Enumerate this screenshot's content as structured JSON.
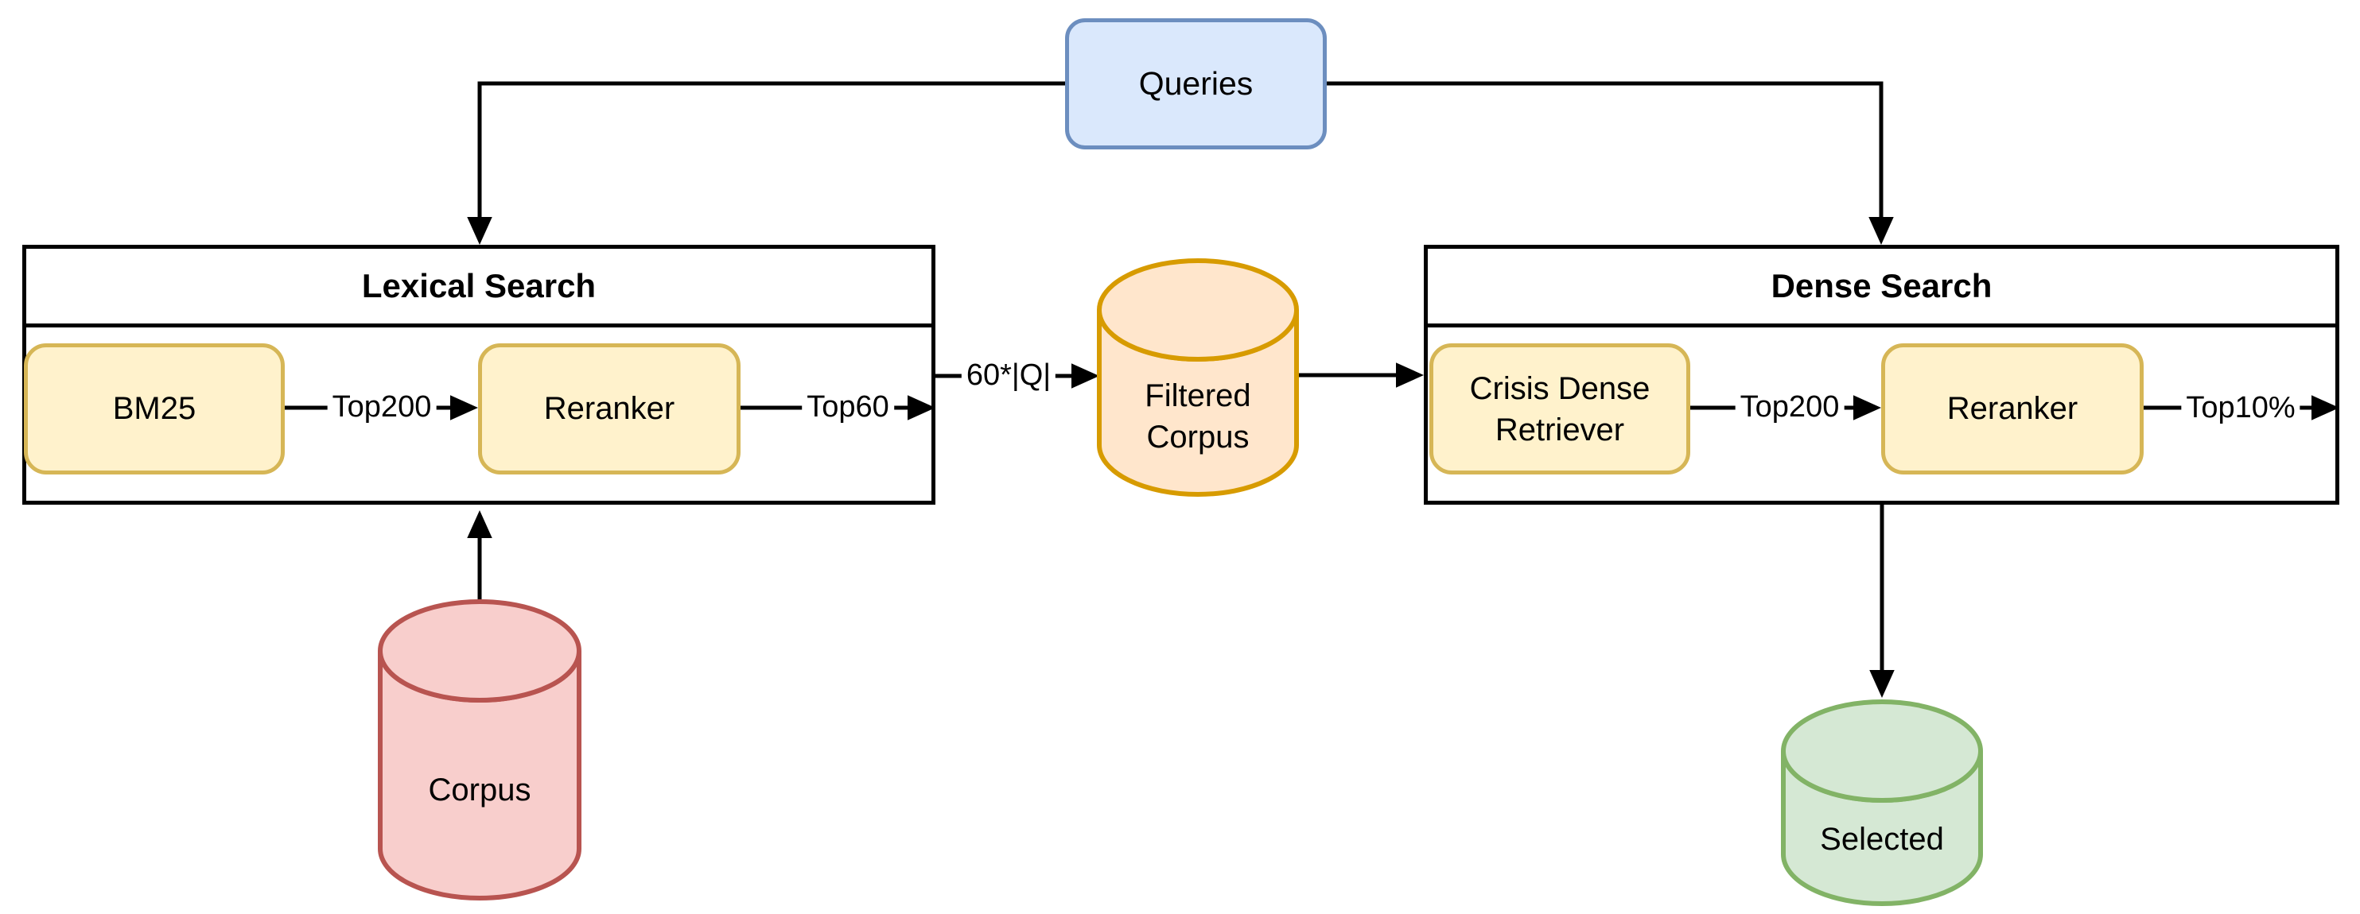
{
  "diagram": {
    "queries": {
      "label": "Queries"
    },
    "lexical": {
      "title": "Lexical Search",
      "bm25_label": "BM25",
      "reranker_label": "Reranker"
    },
    "dense": {
      "title": "Dense Search",
      "retriever_label": "Crisis Dense Retriever",
      "reranker_label": "Reranker"
    },
    "stores": {
      "filtered_corpus_label": "Filtered Corpus",
      "corpus_label": "Corpus",
      "selected_label": "Selected"
    },
    "edge_labels": {
      "bm25_to_reranker": "Top200",
      "lexical_reranker_out": "Top60",
      "filtered_corpus_in": "60*|Q|",
      "retriever_to_reranker": "Top200",
      "dense_reranker_out": "Top10%"
    }
  },
  "colors": {
    "line": "#000000",
    "process_fill": "#fff2cc",
    "process_stroke": "#d6b656",
    "queries_fill": "#dae8fc",
    "queries_stroke": "#6c8ebf",
    "filtered_fill": "#ffe6cc",
    "filtered_stroke": "#d79b00",
    "corpus_fill": "#f8cecc",
    "corpus_stroke": "#b85450",
    "selected_fill": "#d5e8d4",
    "selected_stroke": "#82b366"
  }
}
